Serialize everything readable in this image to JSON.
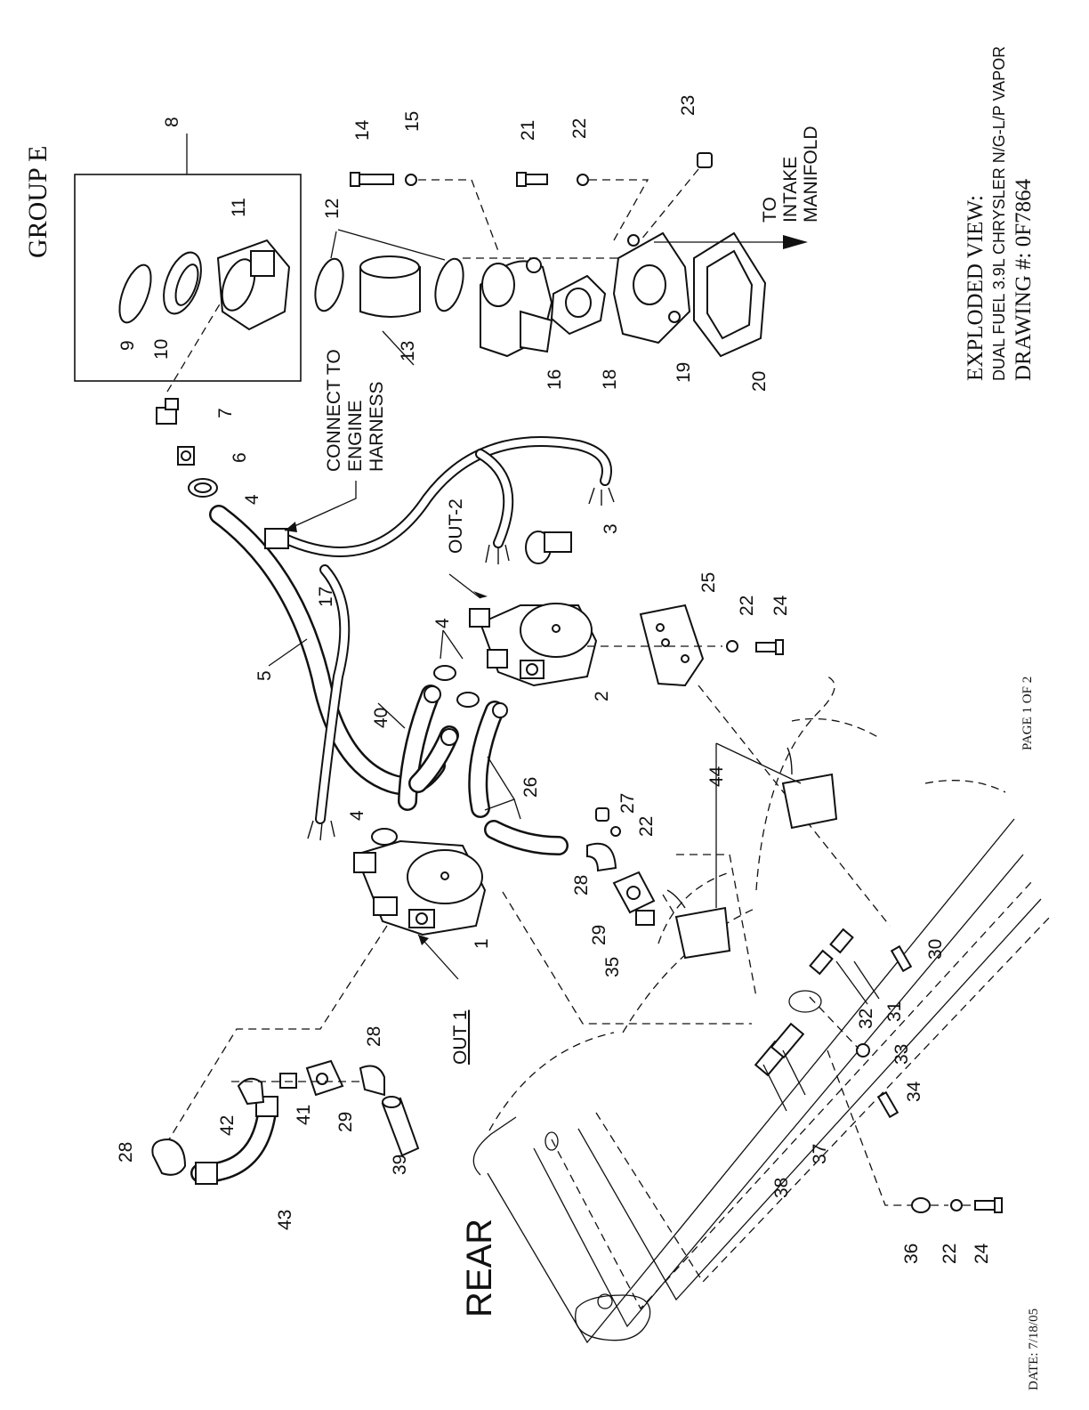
{
  "header": {
    "group_label": "GROUP E"
  },
  "title_block": {
    "line1": "EXPLODED VIEW:",
    "line2": "DUAL FUEL 3.9L CHRYSLER N/G-L/P VAPOR",
    "line3": "DRAWING #: 0F7864"
  },
  "footer": {
    "page": "PAGE 1 OF 2",
    "date": "DATE: 7/18/05"
  },
  "annotations": {
    "rear": "REAR",
    "to_intake_l1": "TO",
    "to_intake_l2": "INTAKE",
    "to_intake_l3": "MANIFOLD",
    "connect_l1": "CONNECT TO",
    "connect_l2": "ENGINE",
    "connect_l3": "HARNESS",
    "out1": "OUT 1",
    "out2": "OUT-2"
  },
  "callouts": {
    "c1": "1",
    "c2": "2",
    "c3": "3",
    "c4a": "4",
    "c4b": "4",
    "c4c": "4",
    "c5": "5",
    "c6": "6",
    "c7": "7",
    "c8": "8",
    "c9": "9",
    "c10": "10",
    "c11": "11",
    "c12": "12",
    "c13": "13",
    "c14": "14",
    "c15": "15",
    "c16": "16",
    "c17": "17",
    "c18": "18",
    "c19": "19",
    "c20": "20",
    "c21": "21",
    "c22a": "22",
    "c22b": "22",
    "c22c": "22",
    "c22d": "22",
    "c23": "23",
    "c24a": "24",
    "c24b": "24",
    "c25": "25",
    "c26": "26",
    "c27": "27",
    "c28a": "28",
    "c28b": "28",
    "c28c": "28",
    "c29a": "29",
    "c29b": "29",
    "c30": "30",
    "c31": "31",
    "c32": "32",
    "c33": "33",
    "c34": "34",
    "c35": "35",
    "c36": "36",
    "c37": "37",
    "c38": "38",
    "c39": "39",
    "c40": "40",
    "c41": "41",
    "c42": "42",
    "c43": "43",
    "c44": "44"
  }
}
